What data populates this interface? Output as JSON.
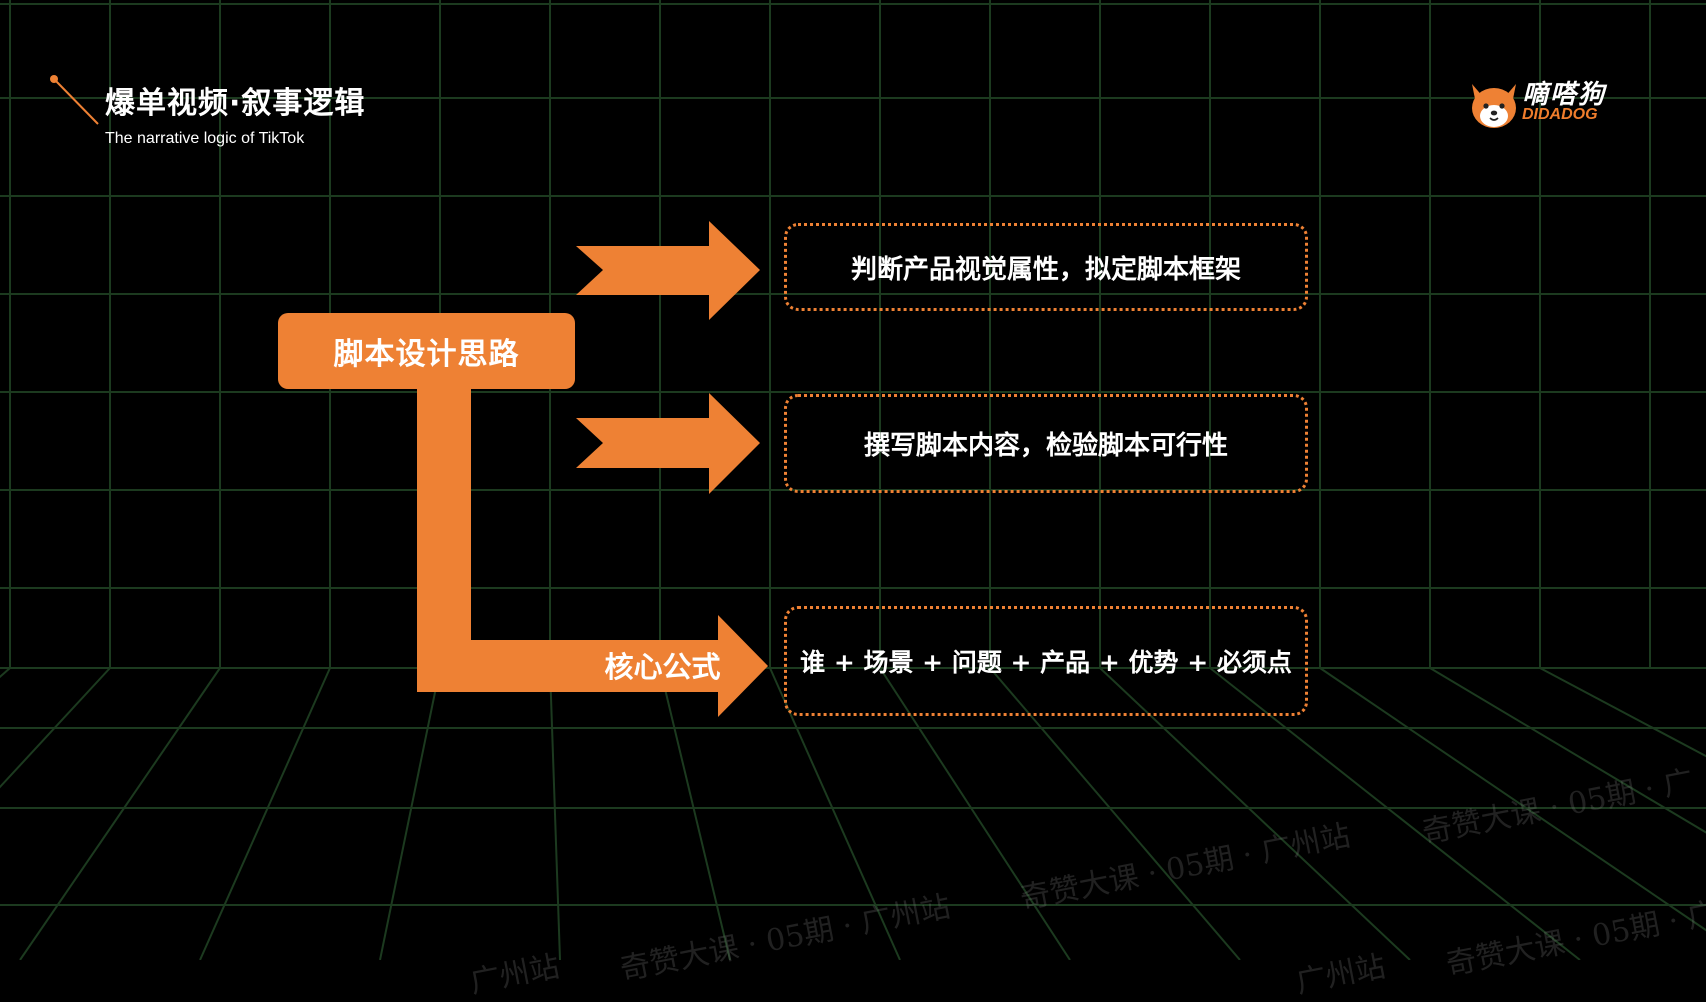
{
  "header": {
    "title": "爆单视频·叙事逻辑",
    "subtitle": "The narrative logic of TikTok"
  },
  "logo": {
    "name_cn": "嘀嗒狗",
    "name_en": "DIDADOG"
  },
  "diagram": {
    "root": "脚本设计思路",
    "formula_label": "核心公式",
    "steps": [
      "判断产品视觉属性，拟定脚本框架",
      "撰写脚本内容，检验脚本可行性",
      "谁 + 场景 + 问题 + 产品 + 优势 + 必须点"
    ]
  },
  "watermark": {
    "w1": "广州站",
    "w2": "奇赞大课 · 05期 · 广州站",
    "w3": "奇赞大课 · 05期 · 广州站",
    "w4": "奇赞大课 · 05期 · 广",
    "w5": "广州站",
    "w6": "奇赞大课 · 05期 · 广"
  },
  "colors": {
    "accent": "#ee8134",
    "background": "#000000",
    "grid": "#1c3a1f"
  }
}
